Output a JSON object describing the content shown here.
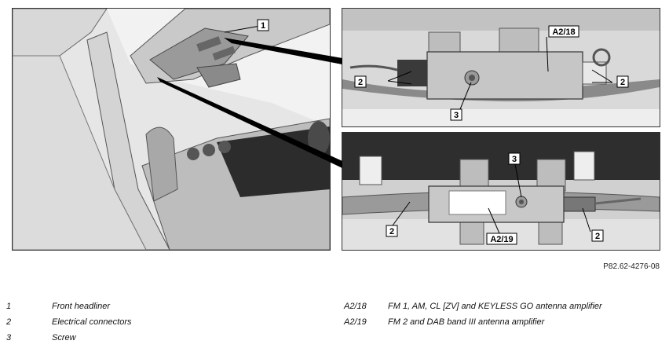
{
  "figure_ref": "P82.62-4276-08",
  "callouts": {
    "main_1": "1",
    "a218_title": "A2/18",
    "a218_left_2": "2",
    "a218_right_2": "2",
    "a218_screw_3": "3",
    "a219_screw_3": "3",
    "a219_title": "A2/19",
    "a219_left_2": "2",
    "a219_right_2": "2"
  },
  "legend": [
    {
      "key": "1",
      "desc": "Front headliner"
    },
    {
      "key": "2",
      "desc": "Electrical connectors"
    },
    {
      "key": "3",
      "desc": "Screw"
    },
    {
      "key": "A2/18",
      "desc": "FM 1, AM, CL [ZV] and KEYLESS GO antenna amplifier"
    },
    {
      "key": "A2/19",
      "desc": "FM 2 and DAB band III antenna amplifier"
    }
  ]
}
